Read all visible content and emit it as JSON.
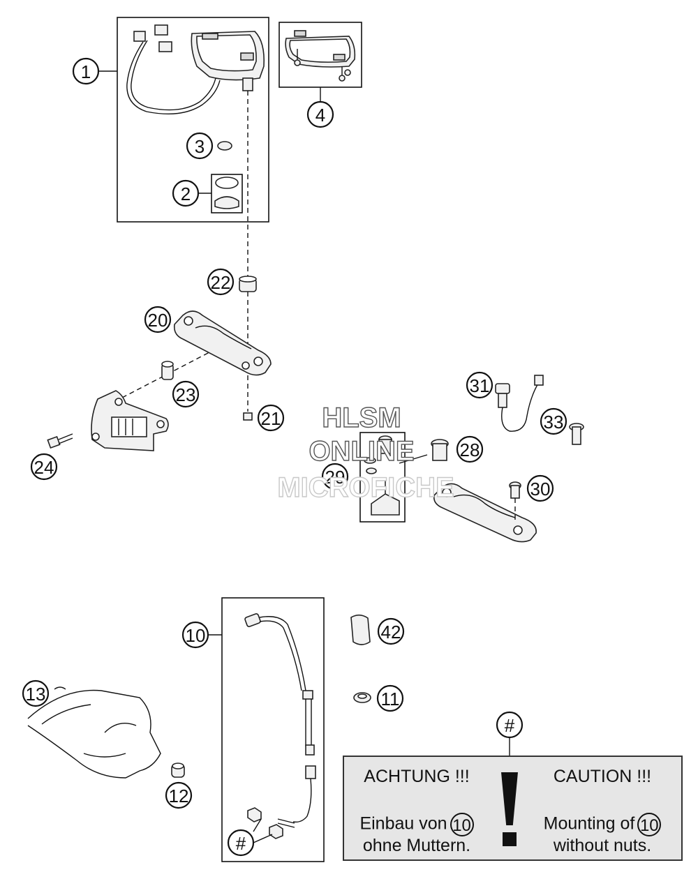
{
  "diagram": {
    "callouts": {
      "c1": "1",
      "c2": "2",
      "c3": "3",
      "c4": "4",
      "c10": "10",
      "c11": "11",
      "c12": "12",
      "c13": "13",
      "c20": "20",
      "c21": "21",
      "c22": "22",
      "c23": "23",
      "c24": "24",
      "c28": "28",
      "c29": "29",
      "c30": "30",
      "c31": "31",
      "c33": "33",
      "c42": "42",
      "hash_top": "#",
      "hash_bottom": "#"
    },
    "watermark": {
      "line1": "HLSM",
      "line2": "ONLINE",
      "line3": "MICROFICHE"
    }
  },
  "note": {
    "de_heading": "ACHTUNG !!!",
    "de_line1": "Einbau von",
    "de_ref": "10",
    "de_line2": "ohne Muttern.",
    "en_heading": "CAUTION !!!",
    "en_line1": "Mounting of",
    "en_ref": "10",
    "en_line2": "without nuts."
  }
}
